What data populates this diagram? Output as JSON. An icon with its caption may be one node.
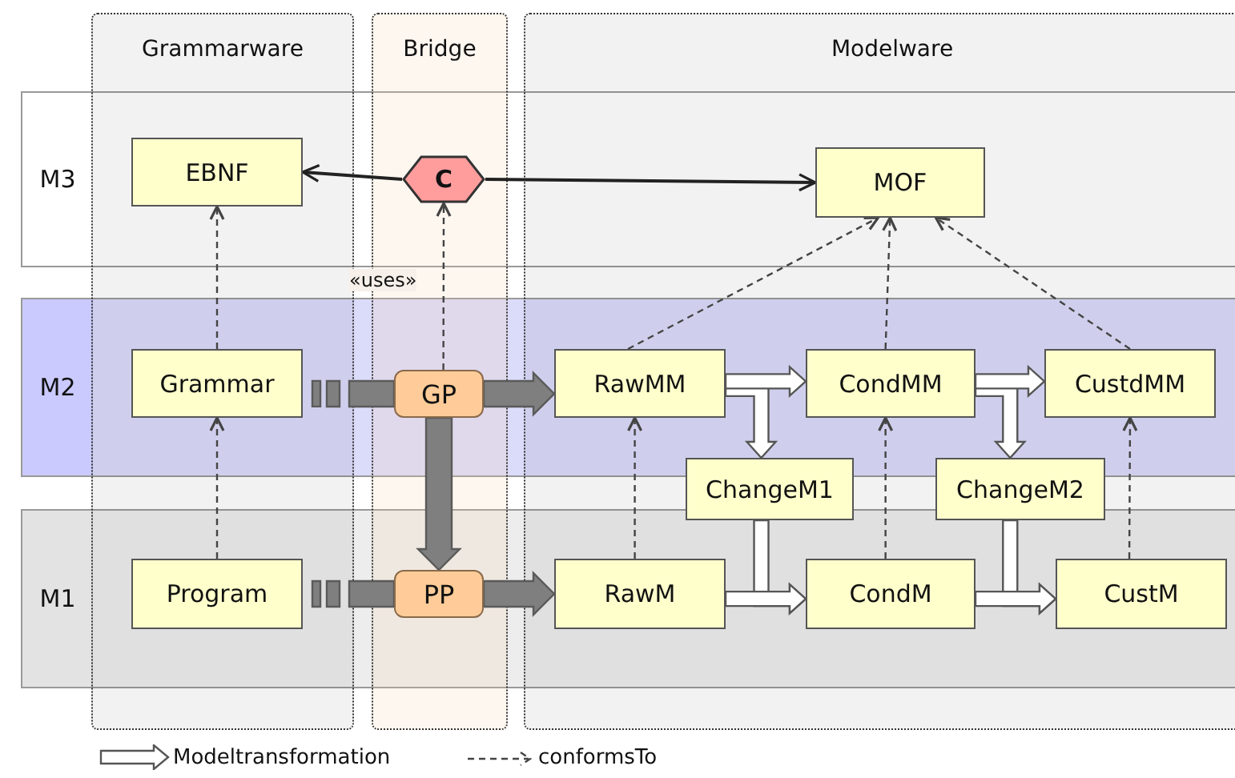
{
  "diagram": {
    "nodes": [
      {
        "text": [
          "EBNF"
        ]
      },
      {
        "text": [
          "C"
        ]
      },
      {
        "text": [
          "MOF"
        ]
      },
      {
        "text": [
          "Grammar"
        ]
      },
      {
        "text": [
          "GP"
        ]
      },
      {
        "text": [
          "RawMM"
        ]
      },
      {
        "text": [
          "CondMM"
        ]
      },
      {
        "text": [
          "CustdMM"
        ]
      },
      {
        "text": [
          "ChangeM1"
        ]
      },
      {
        "text": [
          "ChangeM2"
        ]
      },
      {
        "text": [
          "Program"
        ]
      },
      {
        "text": [
          "PP"
        ]
      },
      {
        "text": [
          "RawM"
        ]
      },
      {
        "text": [
          "CondM"
        ]
      },
      {
        "text": [
          "CustM"
        ]
      }
    ],
    "edges": [
      {
        "from": 1,
        "to": 0,
        "arrow": "to"
      },
      {
        "from": 1,
        "to": 2,
        "arrow": "to"
      },
      {
        "from": 3,
        "to": 0,
        "arrow": "to",
        "style": "dashed"
      },
      {
        "from": 4,
        "to": 1,
        "arrow": "to",
        "style": "dashed",
        "label": "«uses»"
      },
      {
        "from": 5,
        "to": 2,
        "arrow": "to",
        "style": "dashed"
      },
      {
        "from": 6,
        "to": 2,
        "arrow": "to",
        "style": "dashed"
      },
      {
        "from": 7,
        "to": 2,
        "arrow": "to",
        "style": "dashed"
      },
      {
        "from": 10,
        "to": 3,
        "arrow": "to",
        "style": "dashed"
      },
      {
        "from": 12,
        "to": 5,
        "arrow": "to",
        "style": "dashed"
      },
      {
        "from": 13,
        "to": 6,
        "arrow": "to",
        "style": "dashed"
      },
      {
        "from": 14,
        "to": 7,
        "arrow": "to",
        "style": "dashed"
      },
      {
        "from": 3,
        "to": 4,
        "arrow": "other",
        "style": "thick",
        "color": "#7f7f7f"
      },
      {
        "from": 4,
        "to": 5,
        "arrow": "to",
        "style": "thick",
        "color": "#7f7f7f"
      },
      {
        "from": 4,
        "to": 11,
        "arrow": "to",
        "style": "thick",
        "color": "#7f7f7f"
      },
      {
        "from": 10,
        "to": 11,
        "arrow": "other",
        "style": "thick",
        "color": "#7f7f7f"
      },
      {
        "from": 11,
        "to": 12,
        "arrow": "to",
        "style": "thick",
        "color": "#7f7f7f"
      },
      {
        "from": 5,
        "to": 8,
        "arrow": "to",
        "style": "thick",
        "color": "#ffffff"
      },
      {
        "from": 5,
        "to": 6,
        "arrow": "to",
        "style": "thick",
        "color": "#ffffff"
      },
      {
        "from": 6,
        "to": 9,
        "arrow": "to",
        "style": "thick",
        "color": "#ffffff"
      },
      {
        "from": 6,
        "to": 7,
        "arrow": "to",
        "style": "thick",
        "color": "#ffffff"
      },
      {
        "from": 12,
        "to": 13,
        "arrow": "to",
        "style": "thick",
        "color": "#ffffff"
      },
      {
        "from": 8,
        "to": 13,
        "arrow": "to",
        "style": "thick",
        "color": "#ffffff"
      },
      {
        "from": 13,
        "to": 14,
        "arrow": "to",
        "style": "thick",
        "color": "#ffffff"
      },
      {
        "from": 9,
        "to": 14,
        "arrow": "to",
        "style": "thick",
        "color": "#ffffff"
      }
    ],
    "labels": [
      "Grammarware",
      "Bridge",
      "Modelware",
      "M3",
      "M2",
      "M1"
    ],
    "legend": [
      {
        "text": "Modeltransformation"
      },
      {
        "text": "conformsTo"
      }
    ]
  }
}
